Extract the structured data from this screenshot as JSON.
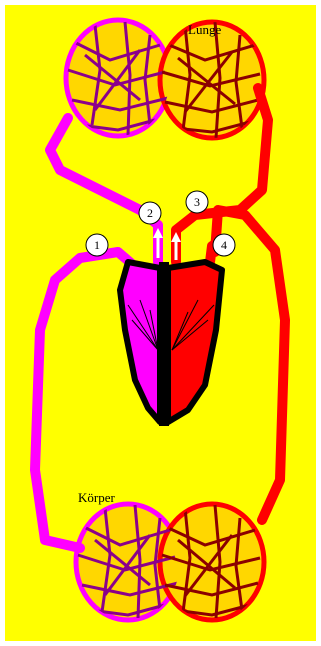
{
  "labels": {
    "lung": "Lunge",
    "body": "Körper"
  },
  "markers": [
    "1",
    "2",
    "3",
    "4"
  ],
  "colors": {
    "background": "#ffff00",
    "deoxygenated": "#ff00ff",
    "oxygenated": "#ff0000",
    "heart_outline": "#000000",
    "capillary_stroke": "#8b0000"
  }
}
